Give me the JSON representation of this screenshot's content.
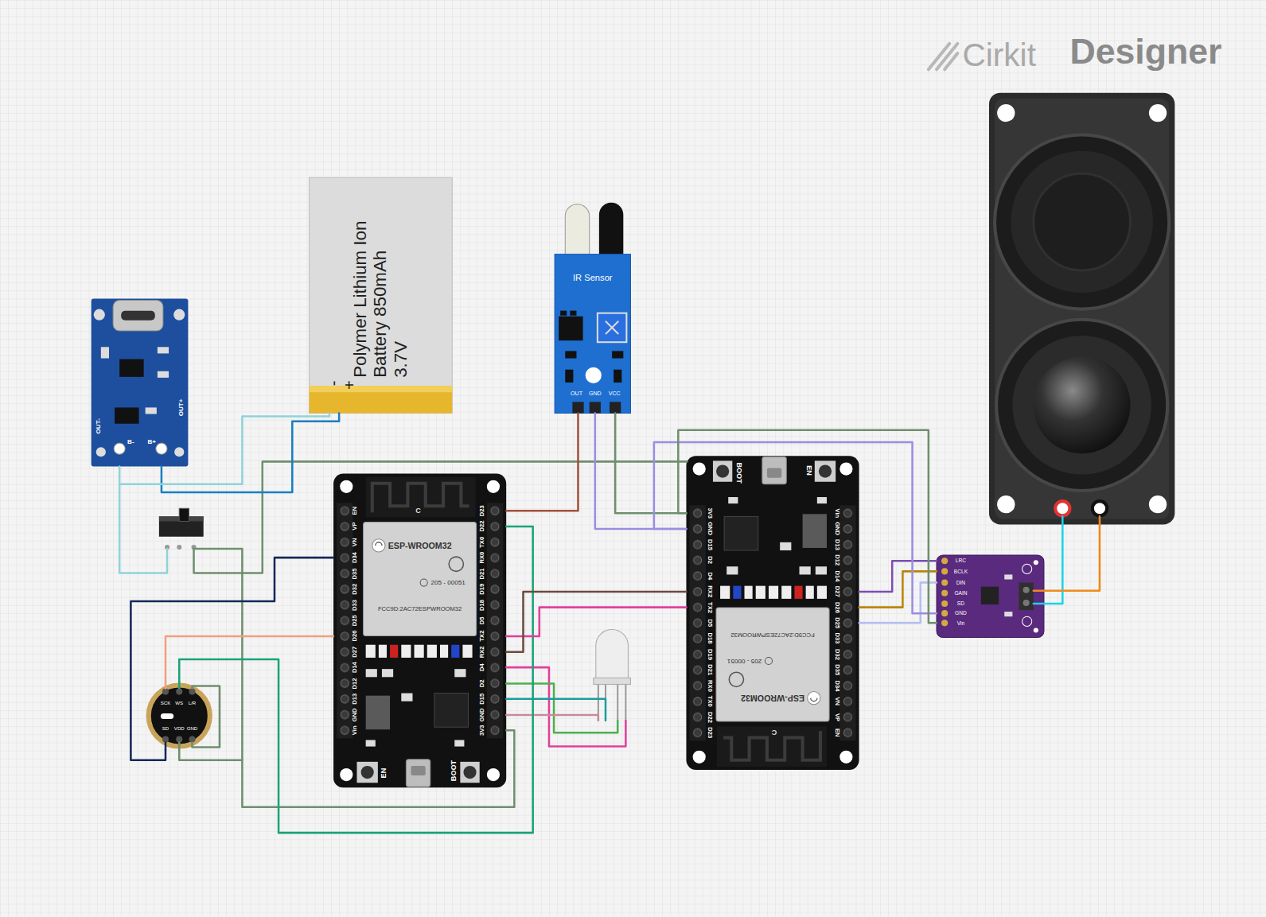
{
  "diagram": {
    "nodes": [
      {
        "text": [
          "OUT-",
          "B-",
          "B+",
          "OUT+"
        ]
      },
      {
        "text": [
          "Polymer Lithium Ion Battery 850mAh 3.7V",
          "-",
          "+"
        ]
      },
      {
        "text": [
          "IR Sensor",
          "OUT",
          "GND",
          "VCC"
        ]
      },
      {
        "text": [
          "ESP-WROOM32",
          "205 - 00051",
          "FCC9D:2AC72ESPWROOM32",
          "C",
          "EN",
          "BOOT",
          "EN",
          "VP",
          "VN",
          "D34",
          "D35",
          "D32",
          "D33",
          "D25",
          "D26",
          "D27",
          "D14",
          "D12",
          "D13",
          "GND",
          "Vin",
          "D23",
          "D22",
          "TX0",
          "RX0",
          "D21",
          "D19",
          "D18",
          "D5",
          "TX2",
          "RX2",
          "D4",
          "D2",
          "D15",
          "GND",
          "3V3"
        ]
      },
      {
        "text": [
          "ESP-WROOM32",
          "205 - 00051",
          "FCC9D:2AC72ESPWROOM32",
          "C",
          "EN",
          "BOOT",
          "EN",
          "VP",
          "VN",
          "D34",
          "D35",
          "D32",
          "D33",
          "D25",
          "D26",
          "D27",
          "D14",
          "D12",
          "D13",
          "GND",
          "Vin",
          "D23",
          "D22",
          "TX0",
          "RX0",
          "D21",
          "D19",
          "D18",
          "D5",
          "TX2",
          "RX2",
          "D4",
          "D2",
          "D15",
          "GND",
          "3V3"
        ]
      },
      {
        "text": [
          "SCK",
          "WS",
          "L/R",
          "SD",
          "VDD",
          "GND"
        ]
      },
      {
        "text": [
          "LRC",
          "BCLK",
          "DIN",
          "GAIN",
          "SD",
          "GND",
          "Vin"
        ]
      }
    ],
    "edges": [
      {
        "from": 0,
        "to": 1,
        "arrow": "none"
      },
      {
        "from": 0,
        "to": 1,
        "arrow": "none"
      },
      {
        "from": 2,
        "to": 3,
        "arrow": "none"
      },
      {
        "from": 2,
        "to": 4,
        "arrow": "none"
      },
      {
        "from": 2,
        "to": 4,
        "arrow": "none"
      },
      {
        "from": 3,
        "to": 5,
        "arrow": "none"
      },
      {
        "from": 3,
        "to": 5,
        "arrow": "none"
      },
      {
        "from": 3,
        "to": 5,
        "arrow": "none"
      },
      {
        "from": 3,
        "to": 4,
        "arrow": "none"
      },
      {
        "from": 3,
        "to": 4,
        "arrow": "none"
      },
      {
        "from": 4,
        "to": 6,
        "arrow": "none"
      },
      {
        "from": 4,
        "to": 6,
        "arrow": "none"
      },
      {
        "from": 4,
        "to": 6,
        "arrow": "none"
      },
      {
        "from": 4,
        "to": 6,
        "arrow": "none"
      },
      {
        "from": 4,
        "to": 6,
        "arrow": "none"
      }
    ],
    "labels": [
      "Cirkit",
      "Designer"
    ]
  }
}
